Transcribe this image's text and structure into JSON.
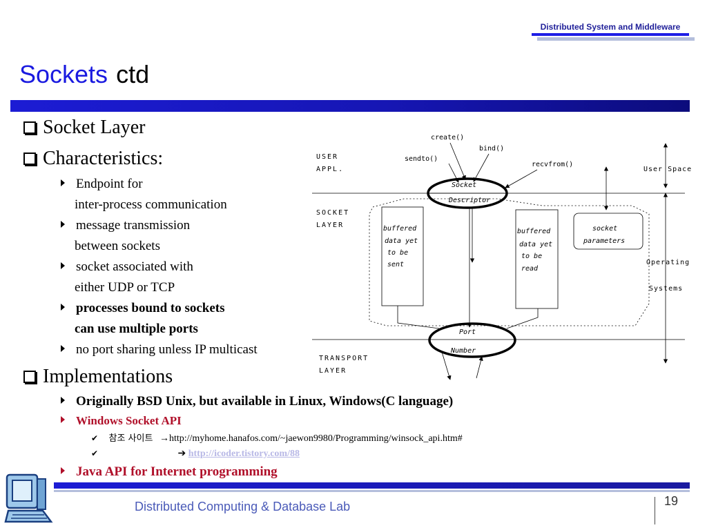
{
  "header": {
    "tag": "Distributed System and Middleware"
  },
  "title": {
    "main": "Sockets",
    "suffix": "ctd"
  },
  "bullets": {
    "socket_layer": "Socket Layer",
    "characteristics": "Characteristics:",
    "endpoint_1": "Endpoint  for",
    "endpoint_2": "inter-process communication",
    "msg_1": "message transmission",
    "msg_2": "between sockets",
    "assoc_1": "socket associated with",
    "assoc_2": "either UDP or TCP",
    "proc_1": "processes bound to sockets",
    "proc_2": "can use multiple ports",
    "noport": "no port sharing unless IP multicast",
    "implementations": "Implementations",
    "bsd": "Originally BSD Unix, but available in Linux, Windows(C language)",
    "winsock": "Windows Socket API",
    "ref_label": "참조 사이트",
    "ref_arrow": "→",
    "ref_url": "http://myhome.hanafos.com/~jaewon9980/Programming/winsock_api.htm#",
    "link_arrow": "➔",
    "link_url": "http://icoder.tistory.com/88",
    "java": "Java API for Internet programming"
  },
  "diagram": {
    "create": "create()",
    "bind": "bind()",
    "sendto": "sendto()",
    "recvfrom": "recvfrom()",
    "user": "USER",
    "appl": "APPL.",
    "socket_l": "SOCKET",
    "layer": "LAYER",
    "transport": "TRANSPORT",
    "layer2": "LAYER",
    "socket": "Socket",
    "descriptor": "Descriptor",
    "buf_sent": [
      "buffered",
      "data yet",
      "to be",
      "sent"
    ],
    "buf_read": [
      "buffered",
      "data yet",
      "to be",
      "read"
    ],
    "socket_params": [
      "socket",
      "parameters"
    ],
    "user_space": "User Space",
    "operating": "Operating",
    "systems": "Systems",
    "port": "Port",
    "number": "Number"
  },
  "footer": {
    "lab": "Distributed Computing & Database Lab",
    "page": "19"
  },
  "colors": {
    "accent": "#1a1ae0",
    "footer_text": "#4a5ab8",
    "highlight": "#b0102a"
  }
}
